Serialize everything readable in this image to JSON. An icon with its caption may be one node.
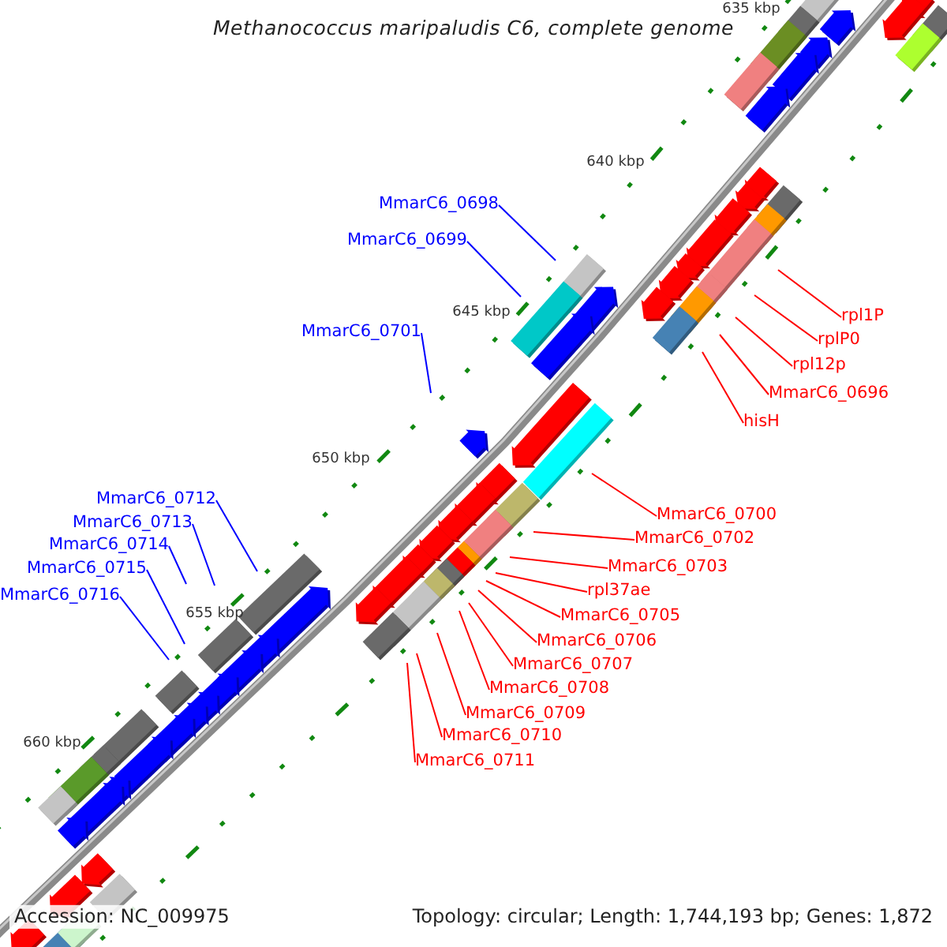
{
  "diagram": {
    "title": "Methanococcus maripaludis C6, complete genome",
    "nodes": [
      {
        "text": [
          "MmarC6_0698"
        ]
      },
      {
        "text": [
          "MmarC6_0699"
        ]
      },
      {
        "text": [
          "rpl1P"
        ]
      },
      {
        "text": [
          "MmarC6_0701"
        ]
      },
      {
        "text": [
          "rplP0"
        ]
      },
      {
        "text": [
          "rpl12p"
        ]
      },
      {
        "text": [
          "MmarC6_0696"
        ]
      },
      {
        "text": [
          "hisH"
        ]
      },
      {
        "text": [
          "MmarC6_0712"
        ]
      },
      {
        "text": [
          "MmarC6_0700"
        ]
      },
      {
        "text": [
          "MmarC6_0713"
        ]
      },
      {
        "text": [
          "MmarC6_0702"
        ]
      },
      {
        "text": [
          "MmarC6_0714"
        ]
      },
      {
        "text": [
          "MmarC6_0703"
        ]
      },
      {
        "text": [
          "MmarC6_0715"
        ]
      },
      {
        "text": [
          "rpl37ae"
        ]
      },
      {
        "text": [
          "MmarC6_0716"
        ]
      },
      {
        "text": [
          "MmarC6_0705"
        ]
      },
      {
        "text": [
          "MmarC6_0706"
        ]
      },
      {
        "text": [
          "MmarC6_0707"
        ]
      },
      {
        "text": [
          "MmarC6_0708"
        ]
      },
      {
        "text": [
          "MmarC6_0709"
        ]
      },
      {
        "text": [
          "MmarC6_0710"
        ]
      },
      {
        "text": [
          "MmarC6_0711"
        ]
      }
    ],
    "edges": [
      {
        "from": 0,
        "to": null,
        "arrow": "none",
        "color": "#0000ff"
      },
      {
        "from": 1,
        "to": null,
        "arrow": "none",
        "color": "#0000ff"
      },
      {
        "from": 2,
        "to": null,
        "arrow": "none"
      },
      {
        "from": 3,
        "to": null,
        "arrow": "none",
        "color": "#0000ff"
      },
      {
        "from": 4,
        "to": null,
        "arrow": "none"
      },
      {
        "from": 5,
        "to": null,
        "arrow": "none"
      },
      {
        "from": 6,
        "to": null,
        "arrow": "none"
      },
      {
        "from": 7,
        "to": null,
        "arrow": "none"
      },
      {
        "from": 8,
        "to": null,
        "arrow": "none",
        "color": "#0000ff"
      },
      {
        "from": 9,
        "to": null,
        "arrow": "none"
      },
      {
        "from": 10,
        "to": null,
        "arrow": "none",
        "color": "#0000ff"
      },
      {
        "from": 11,
        "to": null,
        "arrow": "none"
      },
      {
        "from": 12,
        "to": null,
        "arrow": "none",
        "color": "#0000ff"
      },
      {
        "from": 13,
        "to": null,
        "arrow": "none"
      },
      {
        "from": 14,
        "to": null,
        "arrow": "none",
        "color": "#0000ff"
      },
      {
        "from": 15,
        "to": null,
        "arrow": "none"
      },
      {
        "from": 16,
        "to": null,
        "arrow": "none",
        "color": "#0000ff"
      },
      {
        "from": 17,
        "to": null,
        "arrow": "none"
      },
      {
        "from": 18,
        "to": null,
        "arrow": "none"
      },
      {
        "from": 19,
        "to": null,
        "arrow": "none"
      },
      {
        "from": 20,
        "to": null,
        "arrow": "none"
      },
      {
        "from": 21,
        "to": null,
        "arrow": "none"
      },
      {
        "from": 22,
        "to": null,
        "arrow": "none"
      },
      {
        "from": 23,
        "to": null,
        "arrow": "none"
      }
    ],
    "labels": [
      "635 kbp",
      "640 kbp",
      "645 kbp",
      "650 kbp",
      "655 kbp",
      "660 kbp",
      "Accession: NC_009975",
      "Topology: circular; Length: 1,744,193 bp; Genes: 1,872"
    ]
  }
}
